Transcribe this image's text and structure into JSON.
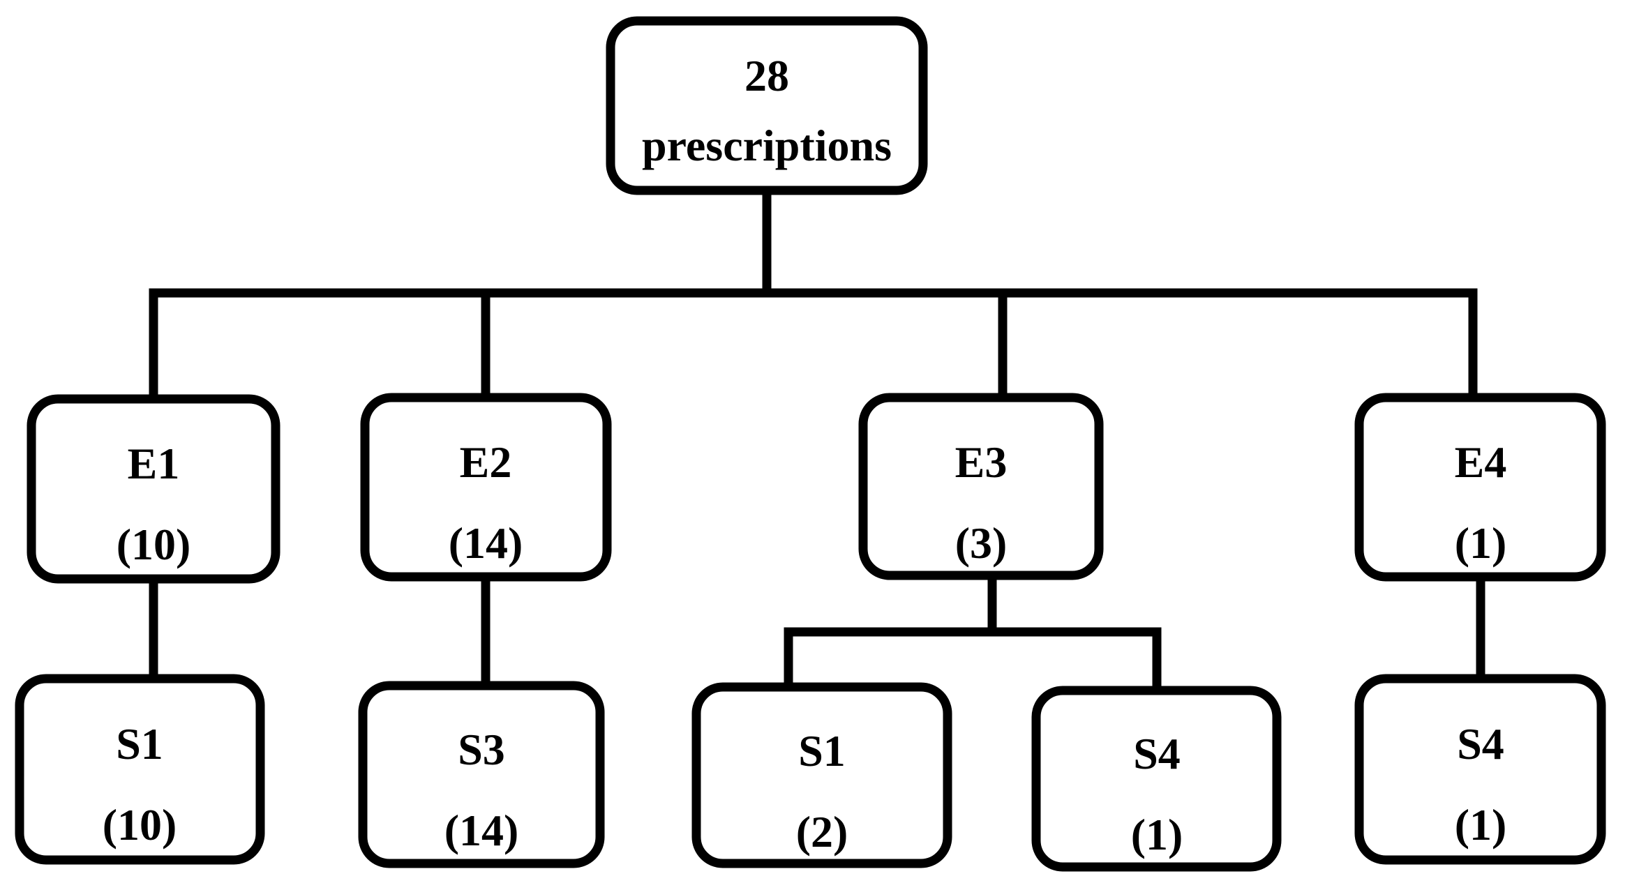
{
  "colors": {
    "background": "#ffffff",
    "box_fill": "#ffffff",
    "stroke": "#000000",
    "text": "#000000"
  },
  "nodes": {
    "root": {
      "label": "28",
      "sublabel": "prescriptions"
    },
    "e1": {
      "label": "E1",
      "sublabel": "(10)"
    },
    "e2": {
      "label": "E2",
      "sublabel": "(14)"
    },
    "e3": {
      "label": "E3",
      "sublabel": "(3)"
    },
    "e4": {
      "label": "E4",
      "sublabel": "(1)"
    },
    "s1_under_e1": {
      "label": "S1",
      "sublabel": "(10)"
    },
    "s3_under_e2": {
      "label": "S3",
      "sublabel": "(14)"
    },
    "s1_under_e3": {
      "label": "S1",
      "sublabel": "(2)"
    },
    "s4_under_e3": {
      "label": "S4",
      "sublabel": "(1)"
    },
    "s4_under_e4": {
      "label": "S4",
      "sublabel": "(1)"
    }
  },
  "hierarchy": {
    "root": "28 prescriptions",
    "total": 28,
    "children": [
      {
        "node": "E1",
        "count": 10,
        "children": [
          {
            "node": "S1",
            "count": 10
          }
        ]
      },
      {
        "node": "E2",
        "count": 14,
        "children": [
          {
            "node": "S3",
            "count": 14
          }
        ]
      },
      {
        "node": "E3",
        "count": 3,
        "children": [
          {
            "node": "S1",
            "count": 2
          },
          {
            "node": "S4",
            "count": 1
          }
        ]
      },
      {
        "node": "E4",
        "count": 1,
        "children": [
          {
            "node": "S4",
            "count": 1
          }
        ]
      }
    ]
  }
}
